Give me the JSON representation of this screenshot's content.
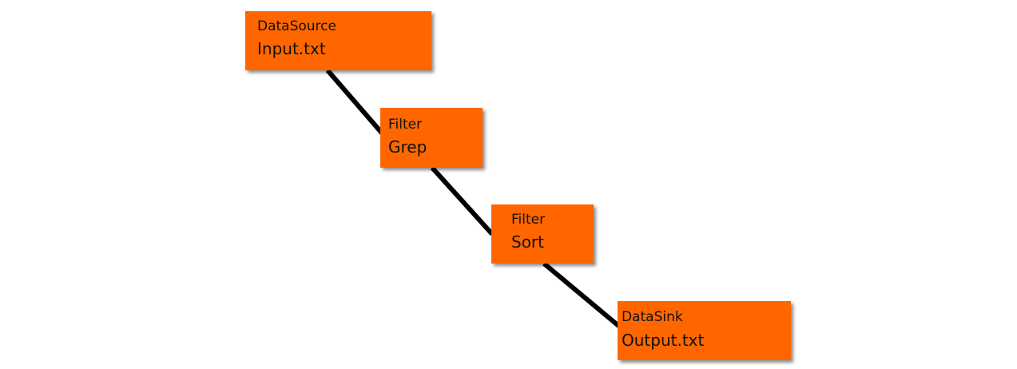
{
  "pipeline": {
    "nodes": [
      {
        "kind": "DataSource",
        "name": "Input.txt"
      },
      {
        "kind": "Filter",
        "name": "Grep"
      },
      {
        "kind": "Filter",
        "name": "Sort"
      },
      {
        "kind": "DataSink",
        "name": "Output.txt"
      }
    ],
    "edges": [
      {
        "from": 0,
        "to": 1
      },
      {
        "from": 1,
        "to": 2
      },
      {
        "from": 2,
        "to": 3
      }
    ]
  },
  "colors": {
    "node_fill": "#ff6600",
    "connector": "#000000",
    "text": "#111111",
    "background": "#ffffff"
  }
}
